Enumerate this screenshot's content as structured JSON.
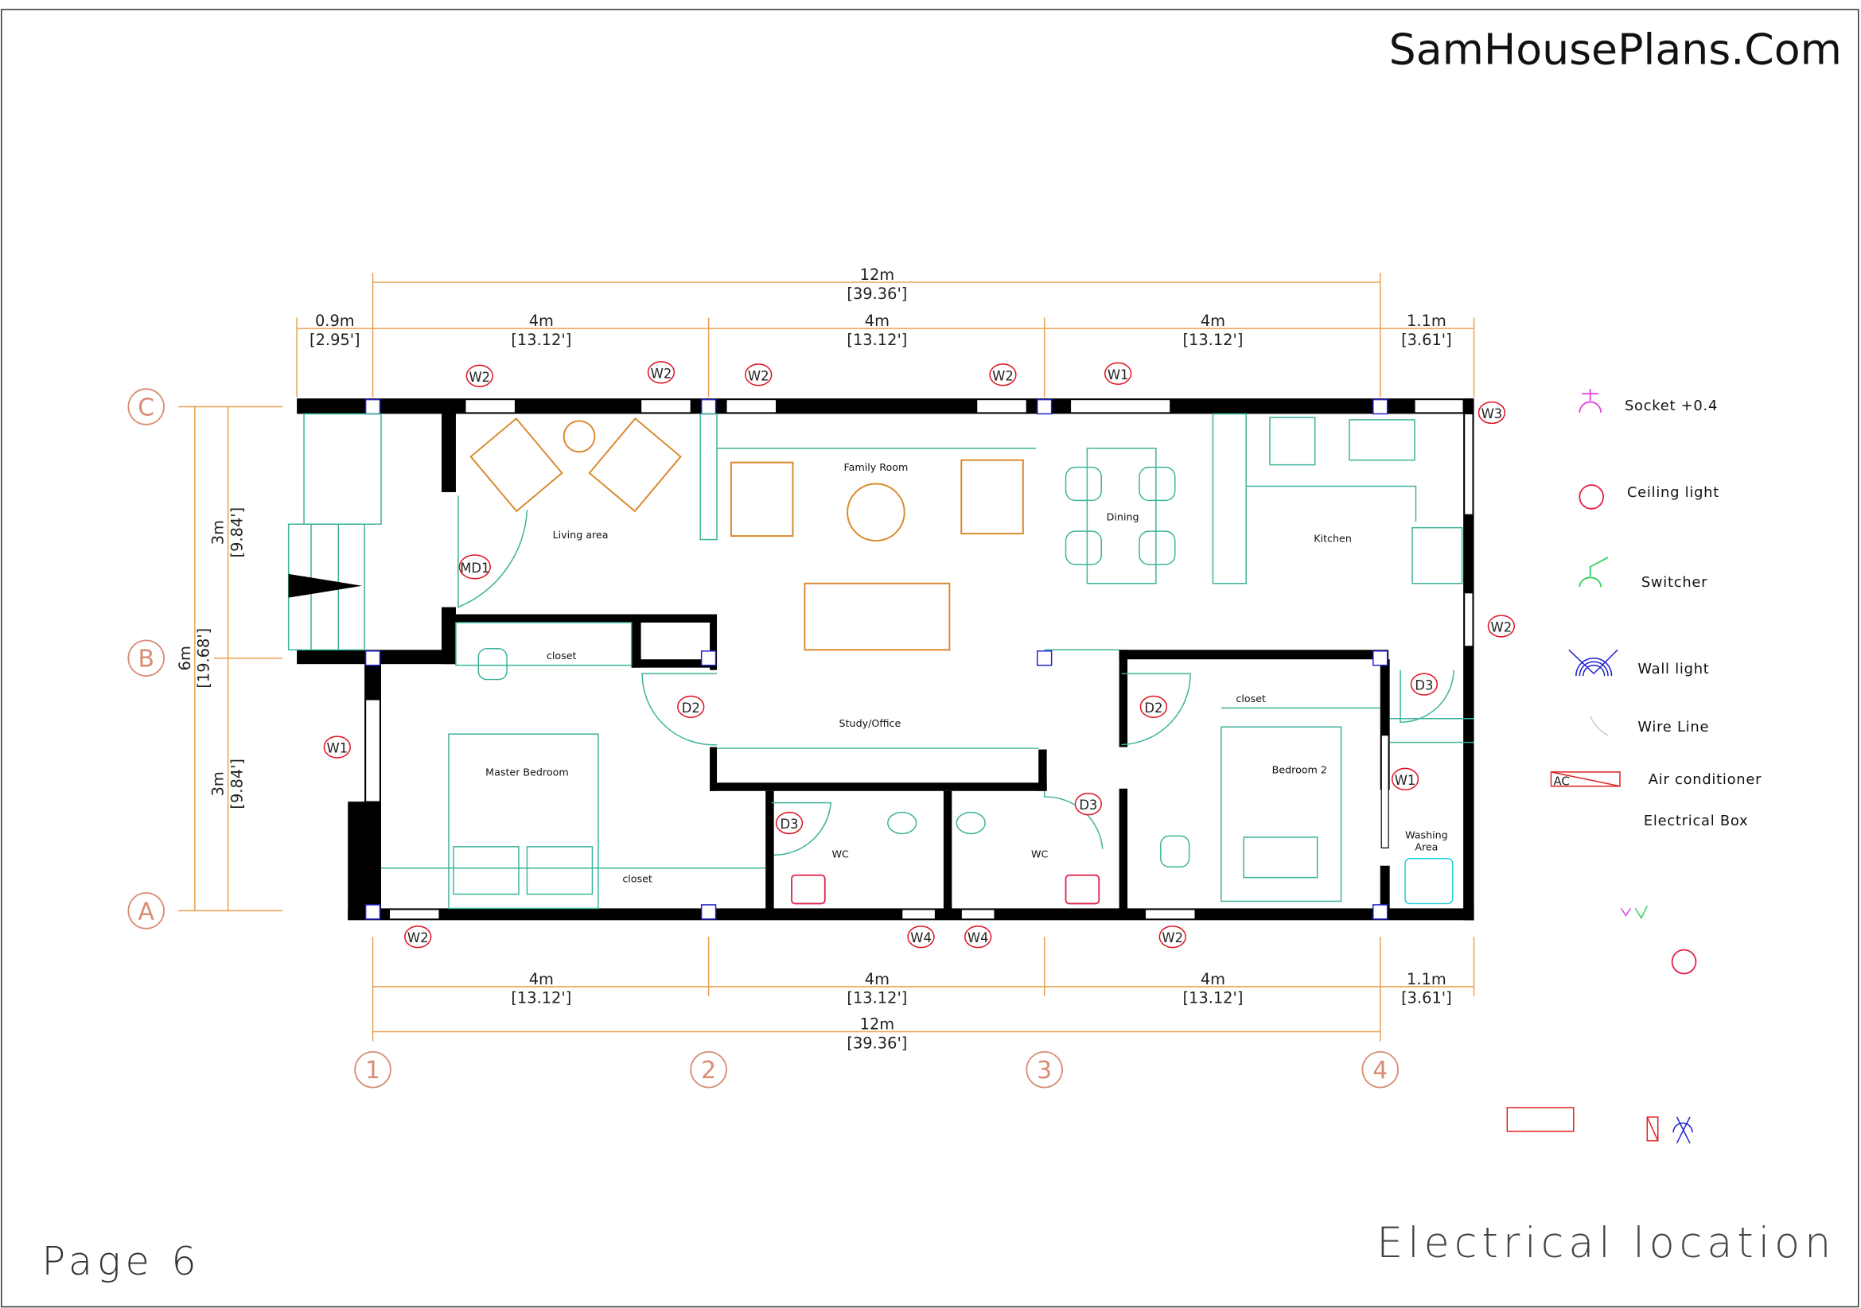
{
  "header": {
    "brand": "SamHousePlans.Com"
  },
  "footer": {
    "page": "Page 6",
    "title": "Electrical location"
  },
  "dimensions": {
    "top_total": {
      "m": "12m",
      "ft": "[39.36']"
    },
    "top_segments": [
      {
        "m": "0.9m",
        "ft": "[2.95']"
      },
      {
        "m": "4m",
        "ft": "[13.12']"
      },
      {
        "m": "4m",
        "ft": "[13.12']"
      },
      {
        "m": "4m",
        "ft": "[13.12']"
      },
      {
        "m": "1.1m",
        "ft": "[3.61']"
      }
    ],
    "bottom_segments": [
      {
        "m": "4m",
        "ft": "[13.12']"
      },
      {
        "m": "4m",
        "ft": "[13.12']"
      },
      {
        "m": "4m",
        "ft": "[13.12']"
      },
      {
        "m": "1.1m",
        "ft": "[3.61']"
      }
    ],
    "bottom_total": {
      "m": "12m",
      "ft": "[39.36']"
    },
    "left_segments": [
      {
        "m": "3m",
        "ft": "[9.84']"
      },
      {
        "m": "3m",
        "ft": "[9.84']"
      }
    ],
    "left_total": {
      "m": "6m",
      "ft": "[19.68']"
    }
  },
  "grid": {
    "rows": [
      "C",
      "B",
      "A"
    ],
    "columns": [
      "1",
      "2",
      "3",
      "4"
    ]
  },
  "rooms": [
    "Living area",
    "Family Room",
    "Dining",
    "Kitchen",
    "closet",
    "Study/Office",
    "Master Bedroom",
    "closet",
    "WC",
    "WC",
    "closet",
    "Bedroom  2",
    "Washing",
    "Area"
  ],
  "tags": [
    "W2",
    "W2",
    "W2",
    "W2",
    "W1",
    "W3",
    "W2",
    "W1",
    "MD1",
    "D2",
    "D2",
    "D3",
    "W1",
    "D3",
    "D3",
    "W2",
    "W4",
    "W4",
    "W2"
  ],
  "legend": [
    {
      "icon": "socket-icon",
      "label": "Socket  +0.4",
      "color": "#e040e0"
    },
    {
      "icon": "ceiling-light-icon",
      "label": "Ceiling  light",
      "color": "#e0204a"
    },
    {
      "icon": "switcher-icon",
      "label": "Switcher",
      "color": "#30d060"
    },
    {
      "icon": "wall-light-icon",
      "label": "Wall  light",
      "color": "#2020d0"
    },
    {
      "icon": "wire-line-icon",
      "label": "Wire  Line",
      "color": "#cccccc"
    },
    {
      "icon": "air-conditioner-icon",
      "label": "Air  conditioner",
      "color": "#e02020",
      "symbol_text": "AC"
    },
    {
      "icon": "electrical-box-icon",
      "label": "Electrical  Box"
    }
  ],
  "colors": {
    "wall": "#000000",
    "furniture": "#3cb39a",
    "dimension": "#e8a050",
    "grid_bubble": "#d98c73",
    "tag": "#e01020"
  }
}
